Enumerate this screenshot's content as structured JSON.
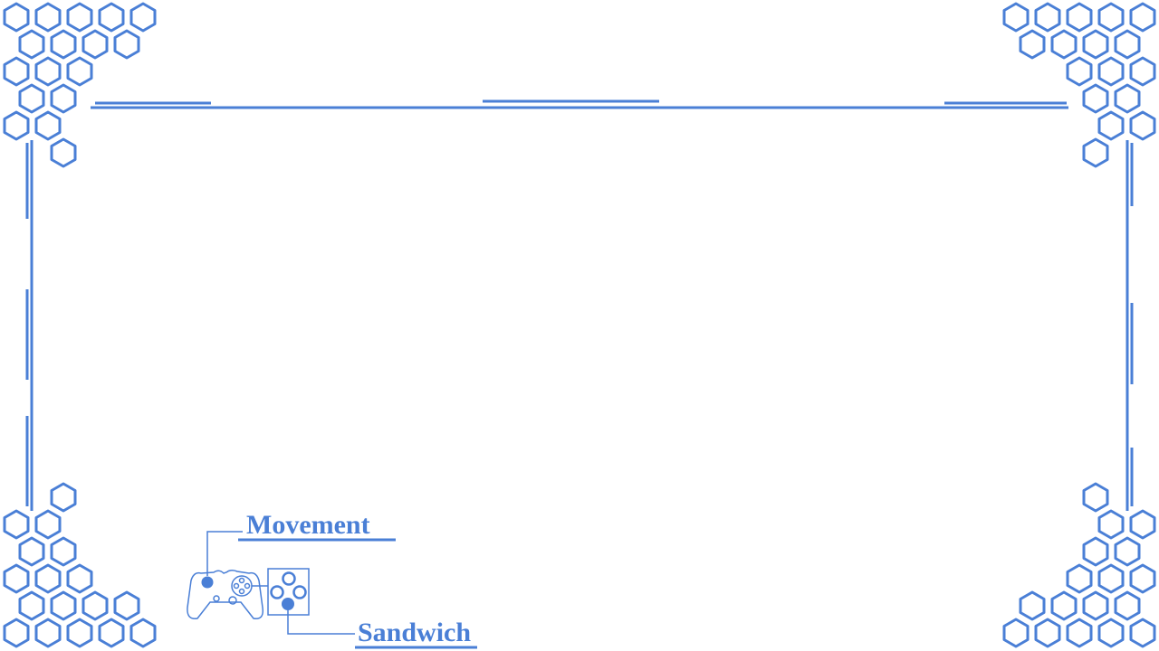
{
  "theme": {
    "accent": "#4a7fd6",
    "background": "#ffffff"
  },
  "controls": {
    "movement_label": "Movement",
    "sandwich_label": "Sandwich"
  },
  "controller": {
    "icon": "gamepad-icon",
    "movement_input": "left-stick",
    "sandwich_input": "face-button-a"
  }
}
